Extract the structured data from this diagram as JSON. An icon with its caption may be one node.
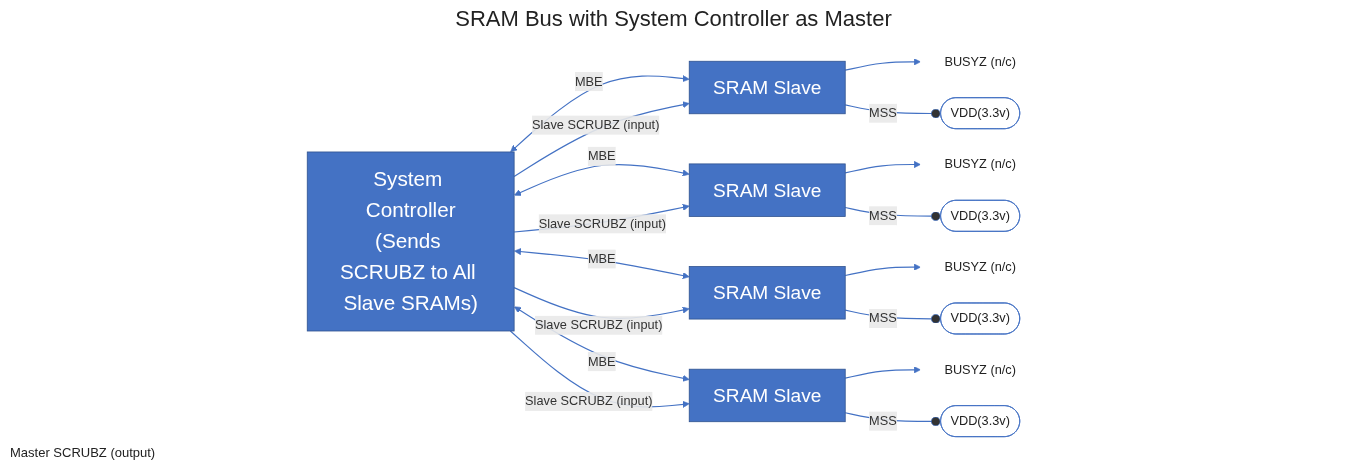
{
  "diagram": {
    "title": "SRAM Bus with System Controller as Master",
    "nodes": [
      {
        "text": [
          "System Controller",
          "(Sends SCRUBZ to All Slave SRAMs)"
        ]
      },
      {
        "text": [
          "BUSYZ (n/c)"
        ]
      },
      {
        "text": [
          "SRAM Slave"
        ]
      },
      {
        "text": [
          "VDD(3.3v)"
        ]
      },
      {
        "text": [
          "BUSYZ (n/c)"
        ]
      },
      {
        "text": [
          "SRAM Slave"
        ]
      },
      {
        "text": [
          "VDD(3.3v)"
        ]
      },
      {
        "text": [
          "BUSYZ (n/c)"
        ]
      },
      {
        "text": [
          "SRAM Slave"
        ]
      },
      {
        "text": [
          "VDD(3.3v)"
        ]
      },
      {
        "text": [
          "BUSYZ (n/c)"
        ]
      },
      {
        "text": [
          "SRAM Slave"
        ]
      },
      {
        "text": [
          "VDD(3.3v)"
        ]
      }
    ],
    "edges": [
      {
        "from": 0,
        "to": 2,
        "arrow": "both",
        "label": "MBE"
      },
      {
        "from": 2,
        "to": 1,
        "arrow": "to"
      },
      {
        "from": 2,
        "to": 3,
        "arrow": "other",
        "label": "MSS"
      },
      {
        "from": 0,
        "to": 2,
        "arrow": "to",
        "label": "Slave SCRUBZ (input)"
      },
      {
        "from": 0,
        "to": 5,
        "arrow": "both",
        "label": "MBE"
      },
      {
        "from": 5,
        "to": 4,
        "arrow": "to"
      },
      {
        "from": 5,
        "to": 6,
        "arrow": "other",
        "label": "MSS"
      },
      {
        "from": 0,
        "to": 5,
        "arrow": "to",
        "label": "Slave SCRUBZ (input)"
      },
      {
        "from": 0,
        "to": 8,
        "arrow": "both",
        "label": "MBE"
      },
      {
        "from": 8,
        "to": 7,
        "arrow": "to"
      },
      {
        "from": 8,
        "to": 9,
        "arrow": "other",
        "label": "MSS"
      },
      {
        "from": 0,
        "to": 8,
        "arrow": "to",
        "label": "Slave SCRUBZ (input)"
      },
      {
        "from": 0,
        "to": 11,
        "arrow": "both",
        "label": "MBE"
      },
      {
        "from": 11,
        "to": 10,
        "arrow": "to"
      },
      {
        "from": 11,
        "to": 12,
        "arrow": "other",
        "label": "MSS"
      },
      {
        "from": 0,
        "to": 11,
        "arrow": "to",
        "label": "Slave SCRUBZ (input)"
      }
    ],
    "labels": [
      "Master SCRUBZ (output)"
    ]
  }
}
